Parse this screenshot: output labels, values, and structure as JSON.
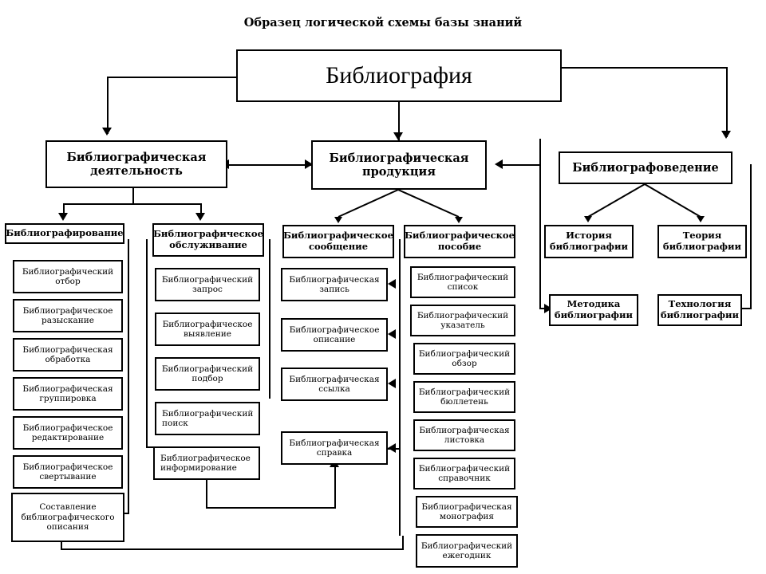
{
  "page": {
    "title": "Образец логической схемы базы знаний",
    "background": "#ffffff",
    "line_color": "#000000"
  },
  "root": {
    "label": "Библиография"
  },
  "level2": [
    {
      "id": "deyatelnost",
      "label": "Библиографическая\nдеятельность"
    },
    {
      "id": "produkciya",
      "label": "Библиографическая\nпродукция"
    },
    {
      "id": "bibliografovedenie",
      "label": "Библиографоведение"
    }
  ],
  "level3": [
    {
      "id": "bibliografirovanie",
      "label": "Библиографирование"
    },
    {
      "id": "obsluzhivanie",
      "label": "Библиографическое\nобслуживание"
    },
    {
      "id": "soobshchenie",
      "label": "Библиографическое\nсообщение"
    },
    {
      "id": "posobie",
      "label": "Библиографическое\nпособие"
    },
    {
      "id": "istoriya",
      "label": "История\nбиблиографии"
    },
    {
      "id": "teoriya",
      "label": "Теория\nбиблиографии"
    },
    {
      "id": "metodika",
      "label": "Методика\nбиблиографии"
    },
    {
      "id": "tehnologiya",
      "label": "Технология\nбиблиографии"
    }
  ],
  "column_bibliografirovanie": [
    {
      "label": "Библиографический\nотбор"
    },
    {
      "label": "Библиографическое\nразыскание"
    },
    {
      "label": "Библиографическая\nобработка"
    },
    {
      "label": "Библиографическая\nгруппировка"
    },
    {
      "label": "Библиографическое\nредактирование"
    },
    {
      "label": "Библиографическое\nсвертывание"
    },
    {
      "label": "Составление\nбиблиографического\nописания"
    }
  ],
  "column_obsluzhivanie": [
    {
      "label": "Библиографический\nзапрос"
    },
    {
      "label": "Библиографическое\nвыявление"
    },
    {
      "label": "Библиографический\nподбор"
    },
    {
      "label": "Библиографический\nпоиск"
    },
    {
      "label": "Библиографическое\nинформирование"
    }
  ],
  "column_soobshchenie": [
    {
      "label": "Библиографическая\nзапись"
    },
    {
      "label": "Библиографическое\nописание"
    },
    {
      "label": "Библиографическая\nссылка"
    },
    {
      "label": "Библиографическая\nсправка"
    }
  ],
  "column_posobie": [
    {
      "label": "Библиографический\nсписок"
    },
    {
      "label": "Библиографический\nуказатель"
    },
    {
      "label": "Библиографический\nобзор"
    },
    {
      "label": "Библиографический\nбюллетень"
    },
    {
      "label": "Библиографическая\nлистовка"
    },
    {
      "label": "Библиографический\nсправочник"
    },
    {
      "label": "Библиографическая\nмонография"
    },
    {
      "label": "Библиографический\nежегодник"
    }
  ]
}
